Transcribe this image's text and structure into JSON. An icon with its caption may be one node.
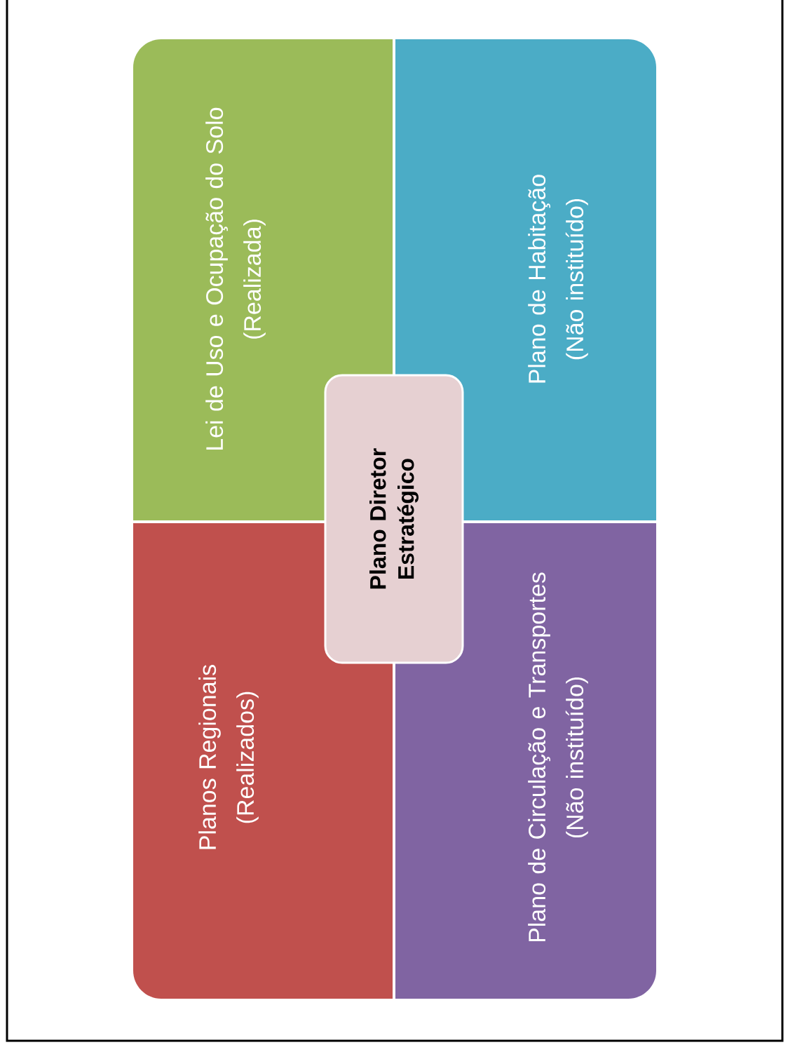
{
  "diagram": {
    "nodes": [
      {
        "text": [
          "Lei de Uso e Ocupação do Solo",
          "(Realizada)"
        ]
      },
      {
        "text": [
          "Plano de Habitação",
          "(Não instituído)"
        ]
      },
      {
        "text": [
          "Planos Regionais",
          "(Realizados)"
        ]
      },
      {
        "text": [
          "Plano de Circulação e Transportes",
          "(Não instituído)"
        ]
      },
      {
        "text": [
          "Plano Diretor Estratégico"
        ]
      }
    ]
  }
}
